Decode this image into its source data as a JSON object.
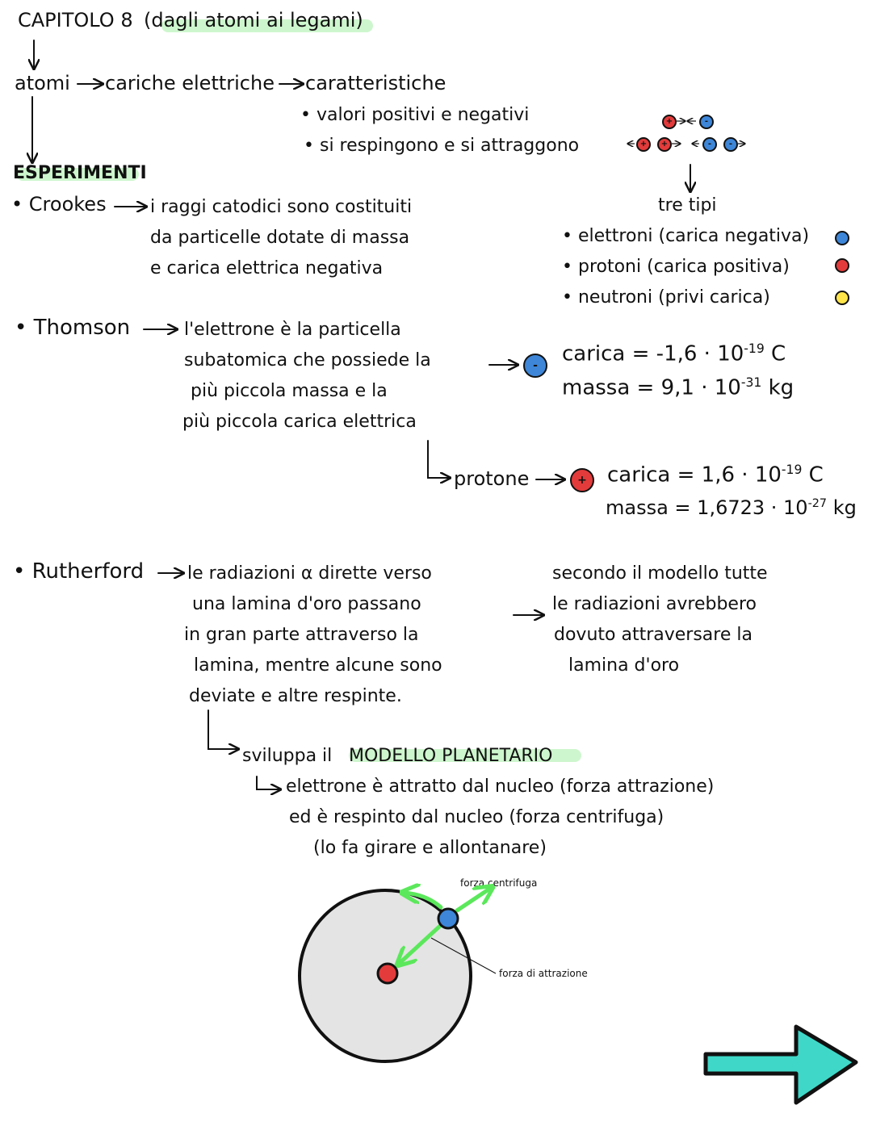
{
  "header": {
    "title": "CAPITOLO 8",
    "subtitle": "(dagli atomi ai legami)"
  },
  "intro": {
    "atomi": "atomi",
    "cariche": "cariche elettriche",
    "caratteristiche": "caratteristiche",
    "bullet1": "valori positivi e negativi",
    "bullet2": "si respingono e si attraggono",
    "tre_tipi": "tre tipi",
    "types": [
      {
        "label": "elettroni (carica negativa)",
        "color": "#3d86d8"
      },
      {
        "label": "protoni (carica positiva)",
        "color": "#e33b3b"
      },
      {
        "label": "neutroni (privi carica)",
        "color": "#ffe54a"
      }
    ]
  },
  "experiments": {
    "heading": "ESPERIMENTI",
    "crookes": {
      "name": "Crookes",
      "lines": [
        "i raggi catodici sono costituiti",
        "da particelle dotate di massa",
        "e carica elettrica negativa"
      ]
    },
    "thomson": {
      "name": "Thomson",
      "lines": [
        "l'elettrone è la particella",
        "subatomica che possiede la",
        "più piccola massa e la",
        "più piccola carica elettrica"
      ],
      "electron_sign": "-",
      "charge_label": "carica = -1,6 · 10",
      "charge_exp": "-19",
      "charge_unit": " C",
      "mass_label": "massa = 9,1 · 10",
      "mass_exp": "-31",
      "mass_unit": " kg"
    },
    "proton": {
      "name": "protone",
      "sign": "+",
      "charge_label": "carica = 1,6 · 10",
      "charge_exp": "-19",
      "charge_unit": " C",
      "mass_label": "massa = 1,6723 · 10",
      "mass_exp": "-27",
      "mass_unit": " kg"
    },
    "rutherford": {
      "name": "Rutherford",
      "lines": [
        "le radiazioni α dirette verso",
        "una lamina d'oro passano",
        "in gran parte attraverso la",
        "lamina, mentre alcune sono",
        "deviate e altre respinte."
      ],
      "model_lines": [
        "secondo il modello tutte",
        "le radiazioni avrebbero",
        "dovuto attraversare la",
        "lamina d'oro"
      ],
      "develops": "sviluppa il",
      "model_name": "MODELLO PLANETARIO",
      "detail_lines": [
        "elettrone è attratto dal nucleo (forza attrazione)",
        "ed è respinto dal nucleo (forza centrifuga)",
        "(lo fa girare e allontanare)"
      ]
    }
  },
  "diagram": {
    "label_centrifugal": "forza centrifuga",
    "label_attraction": "forza di attrazione"
  },
  "colors": {
    "highlight": "#c9f5c9",
    "arrow_green": "#5be85b",
    "next_arrow": "#3fd8c8",
    "circle_fill": "#e4e4e4"
  }
}
